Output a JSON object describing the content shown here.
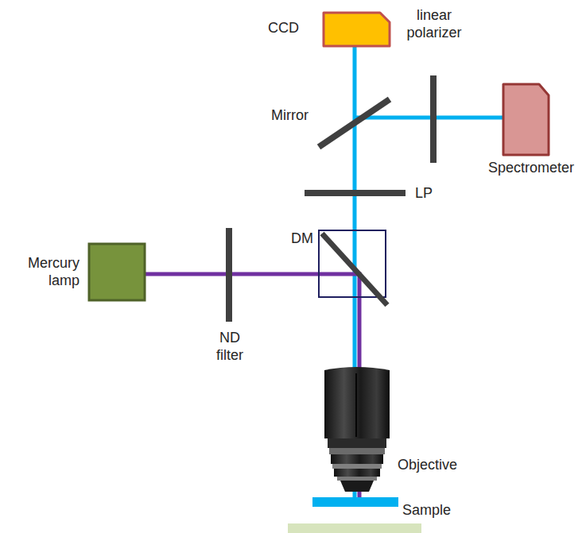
{
  "diagram": {
    "labels": [
      "CCD",
      "linear polarizer",
      "Mirror",
      "Spectrometer",
      "LP",
      "DM",
      "Mercury lamp",
      "ND filter",
      "Objective",
      "Sample"
    ]
  }
}
